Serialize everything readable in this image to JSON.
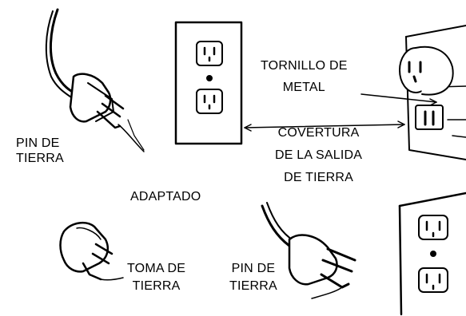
{
  "labels": {
    "ground_pin_top": [
      "PIN DE",
      "TIERRA"
    ],
    "metal_screw": [
      "TORNILLO DE",
      "METAL"
    ],
    "outlet_cover": [
      "COVERTURA",
      "DE LA SALIDA",
      "DE TIERRA"
    ],
    "adapter": "ADAPTADO",
    "ground_tab": [
      "TOMA DE",
      "TIERRA"
    ],
    "ground_pin_bottom": [
      "PIN DE",
      "TIERRA"
    ]
  },
  "colors": {
    "ink": "#000000",
    "paper": "#ffffff"
  }
}
